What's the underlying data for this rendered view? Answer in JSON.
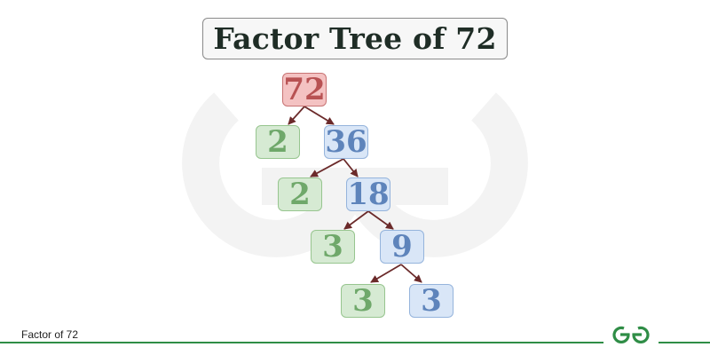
{
  "title": "Factor Tree of 72",
  "footer": {
    "caption": "Factor of 72",
    "logo": "GeeksforGeeks logo",
    "accent_color": "#2f8d46"
  },
  "colors": {
    "root_fill": "#f4c2c2",
    "prime_fill": "#d6ead3",
    "composite_fill": "#d9e6f7",
    "arrow": "#6b2a2a"
  },
  "tree": {
    "root": "72",
    "levels": [
      {
        "prime": "2",
        "composite": "36"
      },
      {
        "prime": "2",
        "composite": "18"
      },
      {
        "prime": "3",
        "composite": "9"
      },
      {
        "left": "3",
        "right": "3"
      }
    ]
  }
}
